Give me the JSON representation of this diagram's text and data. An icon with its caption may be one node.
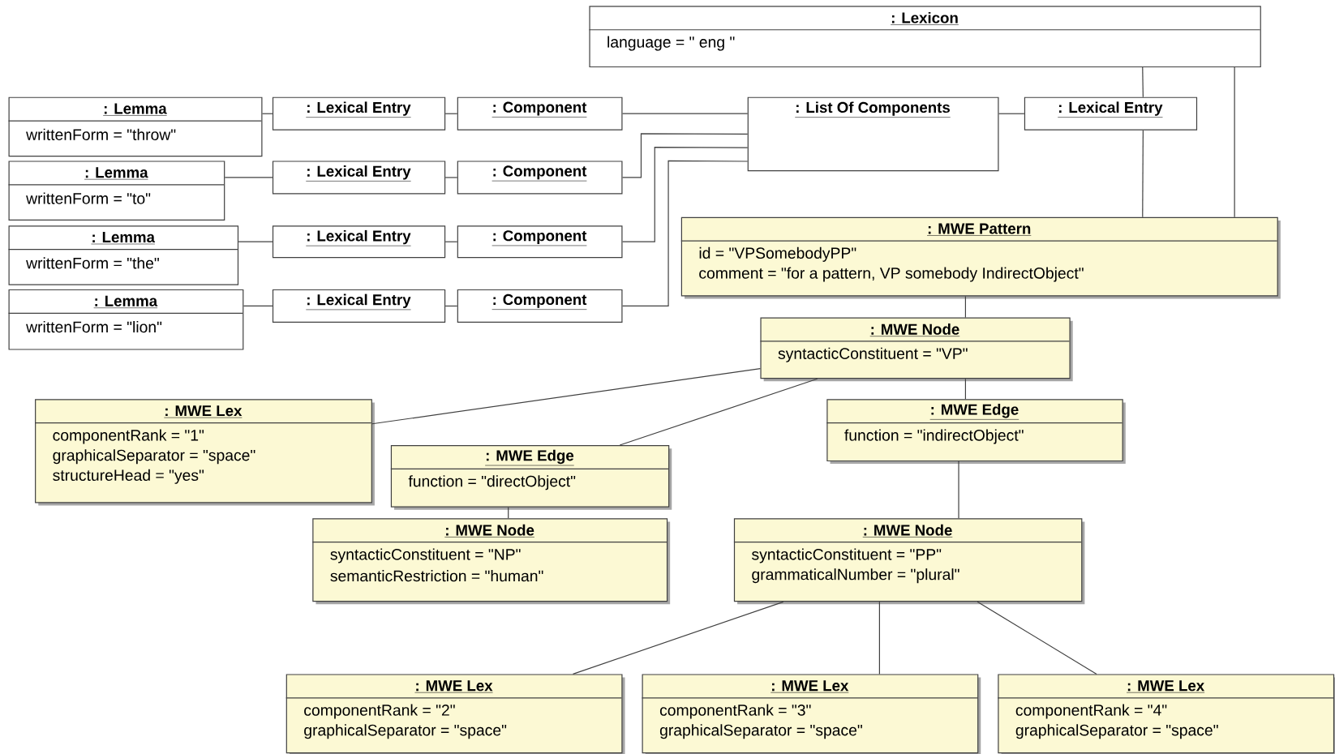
{
  "diagram": {
    "nodes": [
      {
        "text": [
          ": Lexicon",
          "language = \" eng \""
        ]
      },
      {
        "text": [
          ": Lemma",
          "writtenForm = \"throw\""
        ]
      },
      {
        "text": [
          ": Lexical Entry"
        ]
      },
      {
        "text": [
          ": Component"
        ]
      },
      {
        "text": [
          ": List Of Components"
        ]
      },
      {
        "text": [
          ": Lexical Entry"
        ]
      },
      {
        "text": [
          ": Lemma",
          "writtenForm = \"to\""
        ]
      },
      {
        "text": [
          ": Lexical Entry"
        ]
      },
      {
        "text": [
          ": Component"
        ]
      },
      {
        "text": [
          ": Lemma",
          "writtenForm = \"the\""
        ]
      },
      {
        "text": [
          ": Lexical Entry"
        ]
      },
      {
        "text": [
          ": Component"
        ]
      },
      {
        "text": [
          ": MWE Pattern",
          "id = \"VPSomebodyPP\"",
          "comment = \"for a pattern, VP somebody IndirectObject\""
        ]
      },
      {
        "text": [
          ": Lemma",
          "writtenForm = \"lion\""
        ]
      },
      {
        "text": [
          ": Lexical Entry"
        ]
      },
      {
        "text": [
          ": Component"
        ]
      },
      {
        "text": [
          ": MWE Node",
          "syntacticConstituent = \"VP\""
        ]
      },
      {
        "text": [
          ": MWE Lex",
          "componentRank = \"1\"",
          "graphicalSeparator = \"space\"",
          "structureHead = \"yes\""
        ]
      },
      {
        "text": [
          ": MWE Edge",
          "function = \"indirectObject\""
        ]
      },
      {
        "text": [
          ": MWE Edge",
          "function = \"directObject\""
        ]
      },
      {
        "text": [
          ": MWE Node",
          "syntacticConstituent = \"NP\"",
          "semanticRestriction = \"human\""
        ]
      },
      {
        "text": [
          ": MWE Node",
          "syntacticConstituent = \"PP\"",
          "grammaticalNumber = \"plural\""
        ]
      },
      {
        "text": [
          ": MWE Lex",
          "componentRank = \"2\"",
          "graphicalSeparator = \"space\""
        ]
      },
      {
        "text": [
          ": MWE Lex",
          "componentRank = \"3\"",
          "graphicalSeparator = \"space\""
        ]
      },
      {
        "text": [
          ": MWE Lex",
          "componentRank = \"4\"",
          "graphicalSeparator = \"space\""
        ]
      }
    ],
    "edges": [
      {
        "from": 1,
        "to": 2,
        "arrow": "none"
      },
      {
        "from": 2,
        "to": 3,
        "arrow": "none"
      },
      {
        "from": 3,
        "to": 4,
        "arrow": "none"
      },
      {
        "from": 4,
        "to": 5,
        "arrow": "none"
      },
      {
        "from": 0,
        "to": 5,
        "arrow": "none"
      },
      {
        "from": 6,
        "to": 7,
        "arrow": "none"
      },
      {
        "from": 7,
        "to": 8,
        "arrow": "none"
      },
      {
        "from": 8,
        "to": 4,
        "arrow": "none"
      },
      {
        "from": 9,
        "to": 10,
        "arrow": "none"
      },
      {
        "from": 10,
        "to": 11,
        "arrow": "none"
      },
      {
        "from": 11,
        "to": 4,
        "arrow": "none"
      },
      {
        "from": 13,
        "to": 14,
        "arrow": "none"
      },
      {
        "from": 14,
        "to": 15,
        "arrow": "none"
      },
      {
        "from": 15,
        "to": 4,
        "arrow": "none"
      },
      {
        "from": 5,
        "to": 12,
        "arrow": "none"
      },
      {
        "from": 0,
        "to": 12,
        "arrow": "none"
      },
      {
        "from": 12,
        "to": 16,
        "arrow": "none"
      },
      {
        "from": 16,
        "to": 17,
        "arrow": "none"
      },
      {
        "from": 16,
        "to": 19,
        "arrow": "none"
      },
      {
        "from": 16,
        "to": 18,
        "arrow": "none"
      },
      {
        "from": 19,
        "to": 20,
        "arrow": "none"
      },
      {
        "from": 18,
        "to": 21,
        "arrow": "none"
      },
      {
        "from": 21,
        "to": 22,
        "arrow": "none"
      },
      {
        "from": 21,
        "to": 23,
        "arrow": "none"
      },
      {
        "from": 21,
        "to": 24,
        "arrow": "none"
      }
    ]
  }
}
